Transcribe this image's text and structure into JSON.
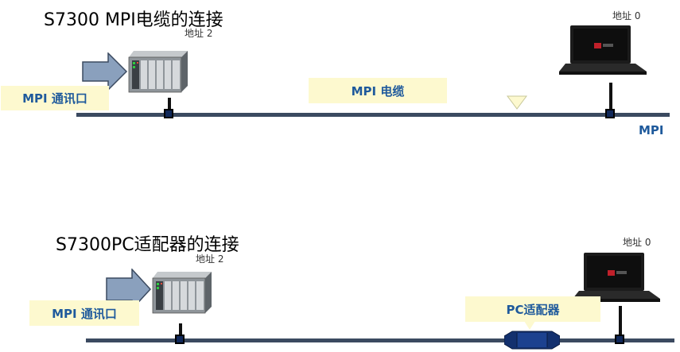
{
  "section1": {
    "title": "S7300 MPI电缆的连接",
    "plc_address": "地址 2",
    "pc_address": "地址 0",
    "port_label": "MPI 通讯口",
    "cable_label": "MPI 电缆",
    "bus_label": "MPI"
  },
  "section2": {
    "title": "S7300PC适配器的连接",
    "plc_address": "地址 2",
    "pc_address": "地址 0",
    "port_label": "MPI 通讯口",
    "adapter_label": "PC适配器"
  },
  "colors": {
    "bus": "#3b4a60",
    "label_bg": "#fdf9cf",
    "label_text": "#1f5a9c",
    "node": "#10285a",
    "arrow": "#8aa0bd"
  }
}
